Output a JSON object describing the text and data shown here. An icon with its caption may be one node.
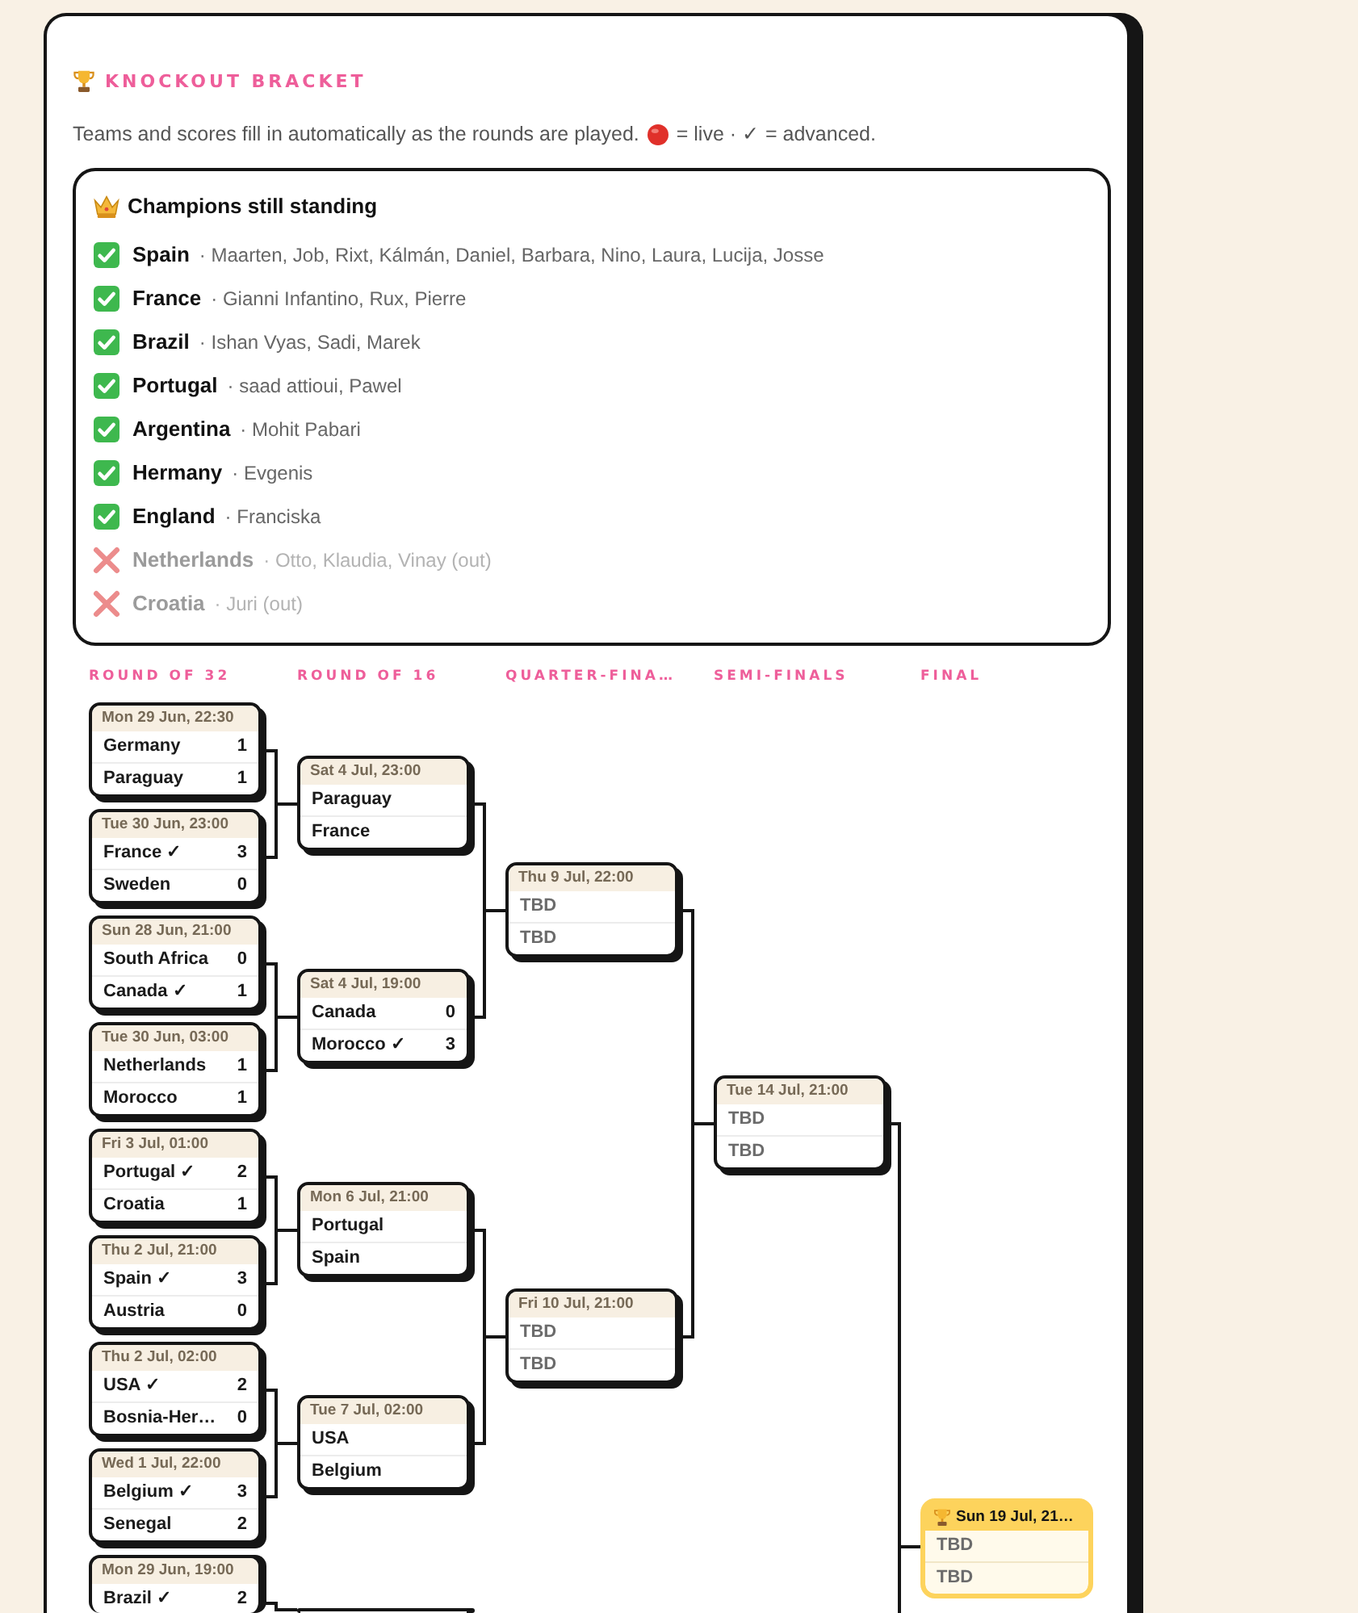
{
  "diagram": {
    "title": "KNOCKOUT BRACKET",
    "nodes": [
      {
        "text": [
          "Champions still standing",
          "Spain",
          "· Maarten, Job, Rixt, Kálmán, Daniel, Barbara, Nino, Laura, Lucija, Josse",
          "France",
          "· Gianni Infantino, Rux, Pierre",
          "Brazil",
          "· Ishan Vyas, Sadi, Marek",
          "Portugal",
          "· saad attioui, Pawel",
          "Argentina",
          "· Mohit Pabari",
          "Hermany",
          "· Evgenis",
          "England",
          "· Franciska",
          "Netherlands",
          "· Otto, Klaudia, Vinay (out)",
          "Croatia",
          "· Juri (out)"
        ]
      },
      {
        "text": [
          "Mon 29 Jun, 22:30",
          "Germany",
          "1",
          "Paraguay",
          "1"
        ]
      },
      {
        "text": [
          "Tue 30 Jun, 23:00",
          "France ✓",
          "3",
          "Sweden",
          "0"
        ]
      },
      {
        "text": [
          "Sun 28 Jun, 21:00",
          "South Africa",
          "0",
          "Canada ✓",
          "1"
        ]
      },
      {
        "text": [
          "Tue 30 Jun, 03:00",
          "Netherlands",
          "1",
          "Morocco",
          "1"
        ]
      },
      {
        "text": [
          "Fri 3 Jul, 01:00",
          "Portugal ✓",
          "2",
          "Croatia",
          "1"
        ]
      },
      {
        "text": [
          "Thu 2 Jul, 21:00",
          "Spain ✓",
          "3",
          "Austria",
          "0"
        ]
      },
      {
        "text": [
          "Thu 2 Jul, 02:00",
          "USA ✓",
          "2",
          "Bosnia-Her…",
          "0"
        ]
      },
      {
        "text": [
          "Wed 1 Jul, 22:00",
          "Belgium ✓",
          "3",
          "Senegal",
          "2"
        ]
      },
      {
        "text": [
          "Mon 29 Jun, 19:00",
          "Brazil ✓",
          "2"
        ]
      },
      {
        "text": [
          "Sat 4 Jul, 23:00",
          "Paraguay",
          "France"
        ]
      },
      {
        "text": [
          "Sat 4 Jul, 19:00",
          "Canada",
          "0",
          "Morocco ✓",
          "3"
        ]
      },
      {
        "text": [
          "Mon 6 Jul, 21:00",
          "Portugal",
          "Spain"
        ]
      },
      {
        "text": [
          "Tue 7 Jul, 02:00",
          "USA",
          "Belgium"
        ]
      },
      {
        "text": [],
        "shape": "box"
      },
      {
        "text": [
          "Thu 9 Jul, 22:00",
          "TBD",
          "TBD"
        ]
      },
      {
        "text": [
          "Fri 10 Jul, 21:00",
          "TBD",
          "TBD"
        ]
      },
      {
        "text": [
          "Tue 14 Jul, 21:00",
          "TBD",
          "TBD"
        ]
      },
      {
        "text": [
          "Sun 19 Jul, 21…",
          "TBD",
          "TBD"
        ]
      }
    ],
    "edges": [
      {
        "from": 1,
        "to": 10,
        "arrow": "none"
      },
      {
        "from": 2,
        "to": 10,
        "arrow": "none"
      },
      {
        "from": 3,
        "to": 11,
        "arrow": "none"
      },
      {
        "from": 4,
        "to": 11,
        "arrow": "none"
      },
      {
        "from": 5,
        "to": 12,
        "arrow": "none"
      },
      {
        "from": 6,
        "to": 12,
        "arrow": "none"
      },
      {
        "from": 7,
        "to": 13,
        "arrow": "none"
      },
      {
        "from": 8,
        "to": 13,
        "arrow": "none"
      },
      {
        "from": 9,
        "to": 14,
        "arrow": "none"
      },
      {
        "from": 10,
        "to": 15,
        "arrow": "none"
      },
      {
        "from": 11,
        "to": 15,
        "arrow": "none"
      },
      {
        "from": 12,
        "to": 16,
        "arrow": "none"
      },
      {
        "from": 13,
        "to": 16,
        "arrow": "none"
      },
      {
        "from": 15,
        "to": 17,
        "arrow": "none"
      },
      {
        "from": 16,
        "to": 17,
        "arrow": "none"
      },
      {
        "from": 17,
        "to": 18,
        "arrow": "none"
      },
      {
        "from": null,
        "to": 18,
        "arrow": "none"
      }
    ],
    "labels": [
      "Teams and scores fill in automatically as the rounds are played.",
      "= live · ✓ = advanced.",
      "ROUND OF 32",
      "ROUND OF 16",
      "QUARTER-FINA…",
      "SEMI-FINALS",
      "FINAL"
    ]
  }
}
